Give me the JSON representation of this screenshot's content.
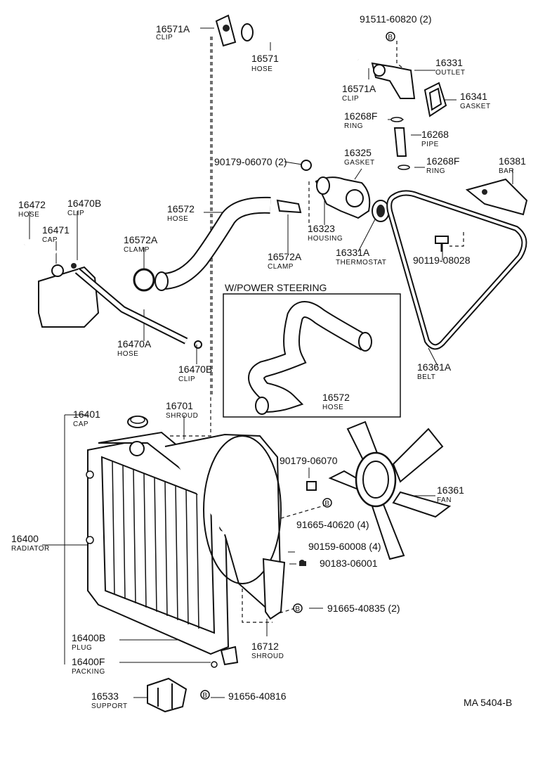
{
  "drawing_code": "MA 5404-B",
  "box_title": "W/POWER STEERING",
  "callouts": [
    {
      "id": "c1",
      "num": "16571A",
      "name": "CLIP"
    },
    {
      "id": "c2",
      "num": "16571",
      "name": "HOSE"
    },
    {
      "id": "c3",
      "num": "91511-60820 (2)",
      "name": ""
    },
    {
      "id": "c4",
      "num": "16331",
      "name": "OUTLET"
    },
    {
      "id": "c5",
      "num": "16571A",
      "name": "CLIP"
    },
    {
      "id": "c6",
      "num": "16341",
      "name": "GASKET"
    },
    {
      "id": "c7",
      "num": "16268F",
      "name": "RING"
    },
    {
      "id": "c8",
      "num": "16268",
      "name": "PIPE"
    },
    {
      "id": "c9",
      "num": "90179-06070 (2)",
      "name": ""
    },
    {
      "id": "c10",
      "num": "16325",
      "name": "GASKET"
    },
    {
      "id": "c11",
      "num": "16268F",
      "name": "RING"
    },
    {
      "id": "c12",
      "num": "16381",
      "name": "BAR"
    },
    {
      "id": "c13",
      "num": "16472",
      "name": "HOSE"
    },
    {
      "id": "c14",
      "num": "16470B",
      "name": "CLIP"
    },
    {
      "id": "c15",
      "num": "16572",
      "name": "HOSE"
    },
    {
      "id": "c16",
      "num": "16471",
      "name": "CAP"
    },
    {
      "id": "c17",
      "num": "16572A",
      "name": "CLAMP"
    },
    {
      "id": "c18",
      "num": "16323",
      "name": "HOUSING"
    },
    {
      "id": "c19",
      "num": "16572A",
      "name": "CLAMP"
    },
    {
      "id": "c20",
      "num": "16331A",
      "name": "THERMOSTAT"
    },
    {
      "id": "c21",
      "num": "90119-08028",
      "name": ""
    },
    {
      "id": "c22",
      "num": "16470A",
      "name": "HOSE"
    },
    {
      "id": "c23",
      "num": "16470B",
      "name": "CLIP"
    },
    {
      "id": "c24",
      "num": "16361A",
      "name": "BELT"
    },
    {
      "id": "c25",
      "num": "16572",
      "name": "HOSE"
    },
    {
      "id": "c26",
      "num": "16401",
      "name": "CAP"
    },
    {
      "id": "c27",
      "num": "16701",
      "name": "SHROUD"
    },
    {
      "id": "c28",
      "num": "90179-06070",
      "name": ""
    },
    {
      "id": "c29",
      "num": "16361",
      "name": "FAN"
    },
    {
      "id": "c30",
      "num": "16400",
      "name": "RADIATOR"
    },
    {
      "id": "c31",
      "num": "91665-40620 (4)",
      "name": ""
    },
    {
      "id": "c32",
      "num": "90159-60008 (4)",
      "name": ""
    },
    {
      "id": "c33",
      "num": "90183-06001",
      "name": ""
    },
    {
      "id": "c34",
      "num": "91665-40835 (2)",
      "name": ""
    },
    {
      "id": "c35",
      "num": "16712",
      "name": "SHROUD"
    },
    {
      "id": "c36",
      "num": "16400B",
      "name": "PLUG"
    },
    {
      "id": "c37",
      "num": "16400F",
      "name": "PACKING"
    },
    {
      "id": "c38",
      "num": "16533",
      "name": "SUPPORT"
    },
    {
      "id": "c39",
      "num": "91656-40816",
      "name": ""
    }
  ],
  "b_markers": [
    "B",
    "B",
    "B",
    "B"
  ]
}
